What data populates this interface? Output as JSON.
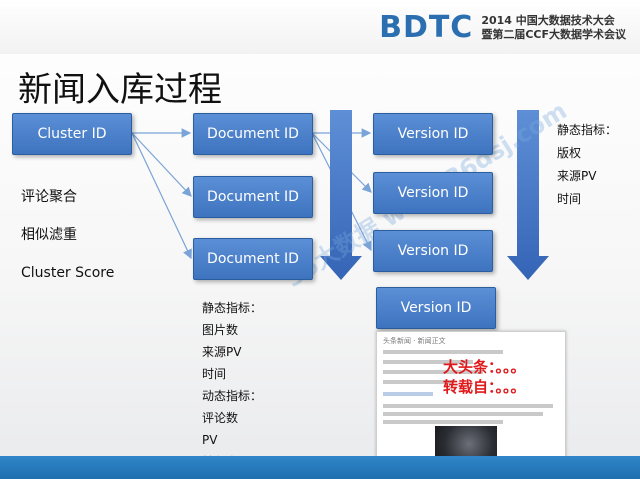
{
  "logo": {
    "brand": "BDTC",
    "line1": "2014 中国大数据技术大会",
    "line2": "暨第二届CCF大数据学术会议"
  },
  "title": "新闻入库过程",
  "boxes": {
    "cluster": "Cluster ID",
    "doc1": "Document ID",
    "doc2": "Document ID",
    "doc3": "Document ID",
    "ver1": "Version ID",
    "ver2": "Version ID",
    "ver3": "Version ID",
    "ver4": "Version ID"
  },
  "left_list": [
    "评论聚合",
    "相似滤重",
    "Cluster Score"
  ],
  "right_list": [
    "静态指标：",
    "版权",
    "来源PV",
    "时间"
  ],
  "middle_list": [
    "静态指标：",
    "图片数",
    "来源PV",
    "时间",
    "动态指标：",
    "评论数",
    "PV",
    "转化率"
  ],
  "watermark": "36大数据 www.36dsj.com",
  "screenshot": {
    "header": "头条新闻 · 新闻正文",
    "overlay_line1": "大头条：。。。",
    "overlay_line2": "转载自：。。。"
  },
  "colors": {
    "box": "#4a80cc",
    "arrow": "#3b6fc4",
    "accent": "#e0191b"
  }
}
